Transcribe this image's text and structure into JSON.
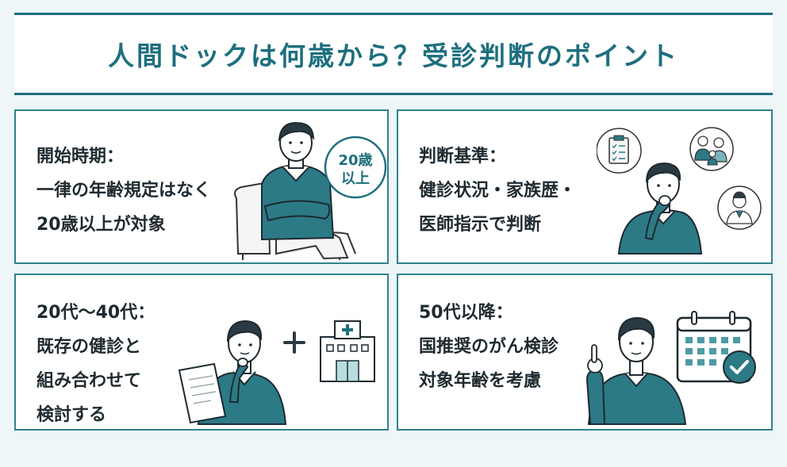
{
  "title": "人間ドックは何歳から？受診判断のポイント",
  "cards": [
    {
      "lines": [
        "開始時期：",
        "一律の年齢規定はなく",
        "20歳以上が対象"
      ],
      "badge": {
        "line1": "20歳",
        "line2": "以上"
      }
    },
    {
      "lines": [
        "判断基準：",
        "健診状況・家族歴・",
        "医師指示で判断"
      ]
    },
    {
      "lines": [
        "20代〜40代：",
        "既存の健診と",
        "組み合わせて",
        "検討する"
      ]
    },
    {
      "lines": [
        "50代以降：",
        "国推奨のがん検診",
        "対象年齢を考慮"
      ]
    }
  ],
  "colors": {
    "accent": "#1d6f7e",
    "sweater": "#2c7a86",
    "border": "#2f8290",
    "background": "#eef6f8"
  }
}
